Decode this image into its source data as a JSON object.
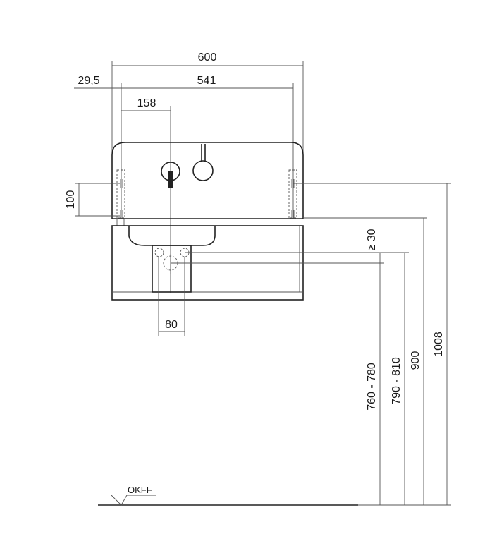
{
  "dimensions": {
    "overall_width": "600",
    "inner_width": "541",
    "side_offset": "29,5",
    "tap_offset": "158",
    "bracket_height": "100",
    "waste_width": "80",
    "clearance": "≥ 30",
    "height_1": "760 - 780",
    "height_2": "790 - 810",
    "height_3": "900",
    "height_4": "1008"
  },
  "floor_label": "OKFF"
}
